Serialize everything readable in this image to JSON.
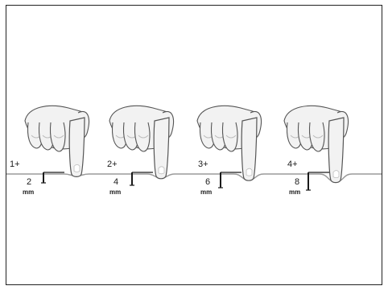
{
  "grades": [
    {
      "label": "1+",
      "depth": "2",
      "unit": "mm",
      "depth_mm": 2
    },
    {
      "label": "2+",
      "depth": "4",
      "unit": "mm",
      "depth_mm": 4
    },
    {
      "label": "3+",
      "depth": "6",
      "unit": "mm",
      "depth_mm": 6
    },
    {
      "label": "4+",
      "depth": "8",
      "unit": "mm",
      "depth_mm": 8
    }
  ],
  "colors": {
    "frame": "#222222",
    "skin_line": "#9a9a9a",
    "hand_fill": "#f2f2f2",
    "hand_stroke": "#555555",
    "hand_shadow": "#bdbdbd",
    "ink": "#1a1a1a"
  }
}
